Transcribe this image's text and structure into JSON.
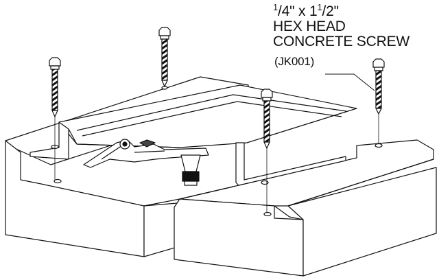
{
  "callout": {
    "size_whole_1": "1",
    "size_frac_1": "/4\" x 1",
    "size_whole_2": "1",
    "size_frac_2": "/2\"",
    "line_2": "HEX HEAD",
    "line_3": "CONCRETE SCREW",
    "part_number": "(JK001)"
  },
  "colors": {
    "stroke": "#111111",
    "fill": "#ffffff",
    "shade": "#444444"
  }
}
